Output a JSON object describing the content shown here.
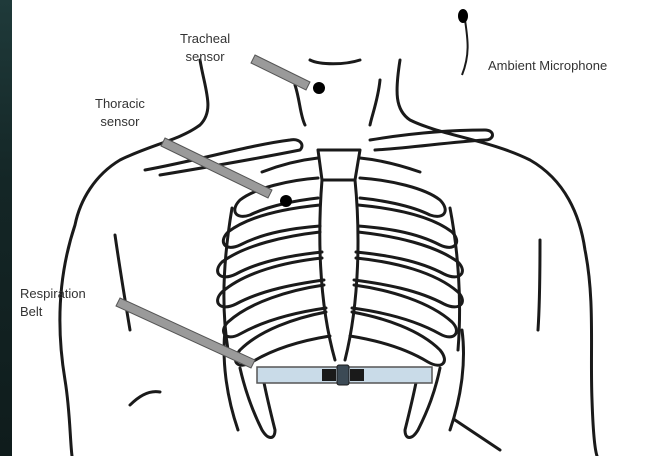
{
  "labels": {
    "tracheal": [
      "Tracheal",
      "sensor"
    ],
    "thoracic": [
      "Thoracic",
      "sensor"
    ],
    "respiration": [
      "Respiration",
      "Belt"
    ],
    "microphone": "Ambient Microphone"
  },
  "colors": {
    "outline": "#1a1a1a",
    "arrow": "#9a9a9a",
    "belt_fill": "#c9dbe8",
    "belt_stroke": "#555555",
    "sensor": "#000000"
  }
}
